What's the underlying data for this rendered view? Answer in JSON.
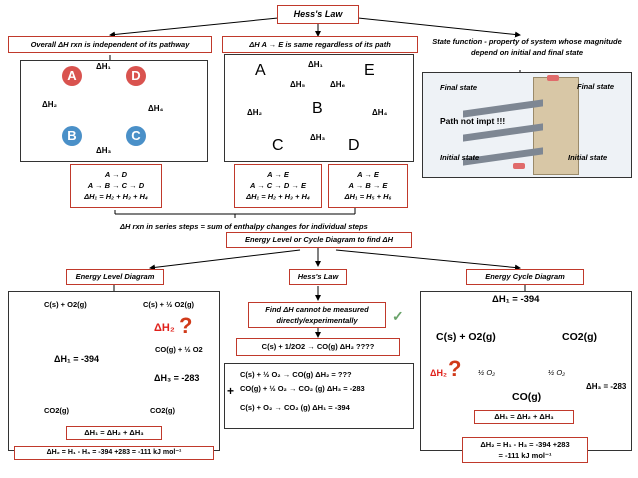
{
  "title": "Hess's Law",
  "top_boxes": {
    "pathway": "Overall ΔH rxn is independent of its pathway",
    "same": "ΔH  A  → E is same regardless of its path",
    "state_fn": "State function -  property of  system whose magnitude depend on initial and final state"
  },
  "d1": {
    "A": "A",
    "B": "B",
    "C": "C",
    "D": "D",
    "h1": "ΔH₁",
    "h2": "ΔH₂",
    "h3": "ΔH₃",
    "h4": "ΔH₄"
  },
  "d2": {
    "A": "A",
    "B": "B",
    "C": "C",
    "D": "D",
    "E": "E",
    "h1": "ΔH₁",
    "h2": "ΔH₂",
    "h3": "ΔH₃",
    "h4": "ΔH₄",
    "h5": "ΔH₅",
    "h6": "ΔH₆"
  },
  "building": {
    "final_l": "Final state",
    "final_r": "Final state",
    "path": "Path not impt !!!",
    "initial_l": "Initial state",
    "initial_r": "Initial state"
  },
  "eq1": [
    "A →  D",
    "A → B → C → D",
    "ΔH₁ = H₂ + H₃ + H₄"
  ],
  "eq2": [
    "A →  E",
    "A → C → D → E",
    "ΔH₁ = H₂ + H₃ + H₄"
  ],
  "eq3": [
    "A →  E",
    "A → B → E",
    "ΔH₁ = H₅ + H₆"
  ],
  "series_note": "ΔH  rxn in series steps =  sum of enthalpy changes for individual steps",
  "mid_title": "Energy Level or Cycle Diagram to find ΔH",
  "sec_titles": {
    "level": "Energy Level Diagram",
    "hess": "Hess's Law",
    "cycle": "Energy Cycle Diagram"
  },
  "level": {
    "top_l": "C(s) + O2(g)",
    "top_r": "C(s) + ½ O2(g)",
    "h2": "ΔH₂",
    "q": "?",
    "co": "CO(g)  +  ½ O2",
    "h1": "ΔH₁ = -394",
    "h3": "ΔH₃ = -283",
    "bot_l": "CO2(g)",
    "bot_r": "CO2(g)",
    "sum": "ΔH₁ = ΔH₂ + ΔH₃",
    "result": "ΔH₂ = H₁ - H₃ = -394 +283 = -111 kJ mol⁻¹"
  },
  "hess": {
    "find": "Find ΔH cannot be measured directly/experimentally",
    "target": "C(s) + 1/2O2 → CO(g)  ΔH₂ ????",
    "l1": "C(s)  + ½ O₂  → CO(g)   ΔH₂ = ???",
    "l2": "CO(g) + ½ O₂ → CO₂ (g) ΔH₃  =  -283",
    "l3": "C(s)  +    O₂   →  CO₂ (g) ΔH₁ = -394",
    "plus": "+"
  },
  "cycle": {
    "h1": "ΔH₁ = -394",
    "c": "C(s) + O2(g)",
    "co2": "CO2(g)",
    "co": "CO(g)",
    "half": "½ O₂",
    "h2": "ΔH₂",
    "q": "?",
    "h3": "ΔH₃ = -283",
    "sum": "ΔH₁ = ΔH₂ + ΔH₃",
    "result1": "ΔH₂ = H₁ - H₃ = -394 +283",
    "result2": "= -111 kJ mol⁻¹"
  },
  "colors": {
    "red": "#e0201b",
    "box_border": "#c0392b",
    "node": "#d9534f",
    "node_blue": "#4a90c8"
  }
}
